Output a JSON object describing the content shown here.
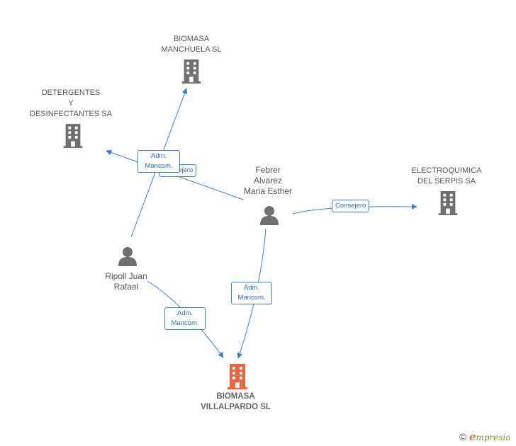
{
  "nodes": {
    "biomasa_manchuela": {
      "line1": "BIOMASA",
      "line2": "MANCHUELA SL"
    },
    "detergentes": {
      "line1": "DETERGENTES",
      "line2": "Y",
      "line3": "DESINFECTANTES SA"
    },
    "electroquimica": {
      "line1": "ELECTROQUIMICA",
      "line2": "DEL SERPIS SA"
    },
    "febrer": {
      "line1": "Febrer",
      "line2": "Alvarez",
      "line3": "Maria Esther"
    },
    "ripoll": {
      "line1": "Ripoll Juan",
      "line2": "Rafael"
    },
    "biomasa_villalpardo": {
      "line1": "BIOMASA",
      "line2": "VILLALPARDO SL"
    }
  },
  "edges": {
    "ripoll_manchuela": {
      "line1": "Adm.",
      "line2": "Mancom."
    },
    "febrer_detergentes": {
      "text": "Consejero"
    },
    "febrer_electroquimica": {
      "text": "Consejero"
    },
    "febrer_villalpardo": {
      "line1": "Adm.",
      "line2": "Mancom."
    },
    "ripoll_villalpardo": {
      "line1": "Adm.",
      "line2": "Mancom."
    }
  },
  "colors": {
    "edge": "#3a7fd5",
    "company": "#707070",
    "focus_company": "#f0643c",
    "person": "#707070"
  },
  "footer": {
    "copyright": "©",
    "brand_e": "e",
    "brand_rest": "mpresia"
  }
}
